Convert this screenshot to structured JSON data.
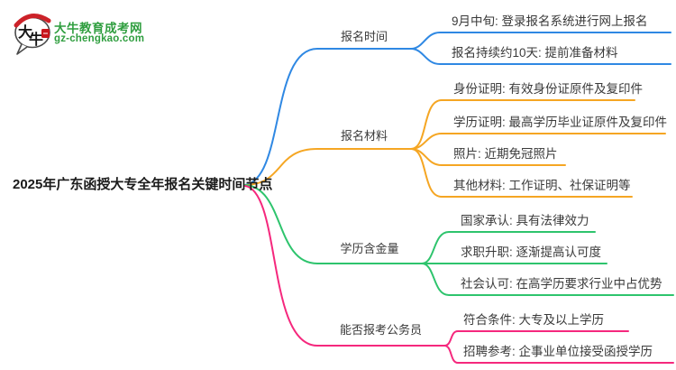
{
  "logo": {
    "icon_text": "大牛",
    "title": "大牛教育成考网",
    "url": "gz-chengkao.com",
    "brand_green": "#2f9e3f",
    "seal_red": "#c8161d"
  },
  "mindmap": {
    "root": "2025年广东函授大专全年报名关键时间节点",
    "branches": [
      {
        "label": "报名时间",
        "color": "#2f88e3",
        "leaves": [
          "9月中旬: 登录报名系统进行网上报名",
          "报名持续约10天: 提前准备材料"
        ]
      },
      {
        "label": "报名材料",
        "color": "#f5a623",
        "leaves": [
          "身份证明: 有效身份证原件及复印件",
          "学历证明: 最高学历毕业证原件及复印件",
          "照片: 近期免冠照片",
          "其他材料: 工作证明、社保证明等"
        ]
      },
      {
        "label": "学历含金量",
        "color": "#2ec46d",
        "leaves": [
          "国家承认: 具有法律效力",
          "求职升职: 逐渐提高认可度",
          "社会认可: 在高学历要求行业中占优势"
        ]
      },
      {
        "label": "能否报考公务员",
        "color": "#f5287d",
        "leaves": [
          "符合条件: 大专及以上学历",
          "招聘参考: 企事业单位接受函授学历"
        ]
      }
    ]
  }
}
